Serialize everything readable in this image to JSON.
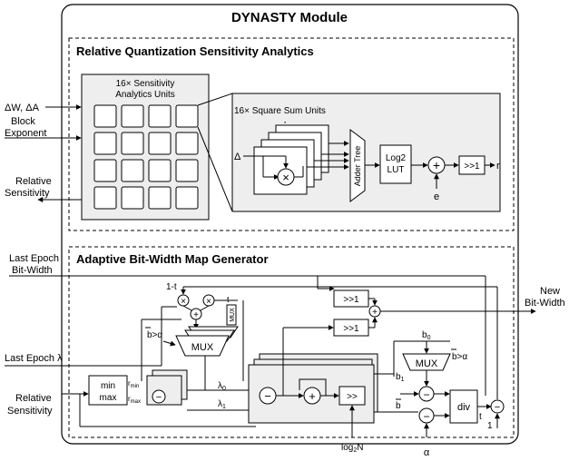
{
  "module_title": "DYNASTY Module",
  "section1": {
    "title": "Relative Quantization Sensitivity Analytics",
    "analytics_units_label_1": "16× Sensitivity",
    "analytics_units_label_2": "Analytics Units",
    "square_sum_label": "16× Square Sum Units",
    "adder_tree_label": "Adder Tree",
    "log2_lut_label_1": "Log2",
    "log2_lut_label_2": "LUT",
    "shift_label": ">>1",
    "plus_symbol": "+",
    "times_symbol": "×",
    "delta_label": "Δ",
    "e_label": "e",
    "r_label": "r",
    "dots_label": "⋰"
  },
  "section2": {
    "title": "Adaptive Bit-Width Map Generator",
    "one_minus_t": "1-t",
    "t_label": "t",
    "mux_label": "MUX",
    "mux_small_label": "MUX",
    "b_alpha_left": "b>α",
    "b_alpha_right": "b>α",
    "shift1_a": ">>1",
    "shift1_b": ">>1",
    "shift_log": ">>",
    "minmax_1": "min",
    "minmax_2": "max",
    "fmin": "r",
    "fmin_sub": "min",
    "fmax": "r",
    "fmax_sub": "max",
    "lambda0": "λ",
    "lambda0_sub": "0",
    "lambda1": "λ",
    "lambda1_sub": "1",
    "b0": "b",
    "b0_sub": "0",
    "b1": "b",
    "b1_sub": "1",
    "b_plain": "b",
    "div_label": "div",
    "t_out": "t",
    "one_label": "1",
    "minus": "−",
    "plus": "+",
    "times": "×"
  },
  "inputs": {
    "dw_da": "ΔW, ΔA",
    "block_exp_1": "Block",
    "block_exp_2": "Exponent",
    "rel_sens_out_1": "Relative",
    "rel_sens_out_2": "Sensitivity",
    "last_epoch_bw_1": "Last Epoch",
    "last_epoch_bw_2": "Bit-Width",
    "last_epoch_lambda": "Last Epoch λ",
    "rel_sens_in_1": "Relative",
    "rel_sens_in_2": "Sensitivity",
    "log2n": "log",
    "log2n_sub": "2",
    "log2n_n": "N",
    "alpha": "α"
  },
  "outputs": {
    "new_bw_1": "New",
    "new_bw_2": "Bit-Width"
  }
}
